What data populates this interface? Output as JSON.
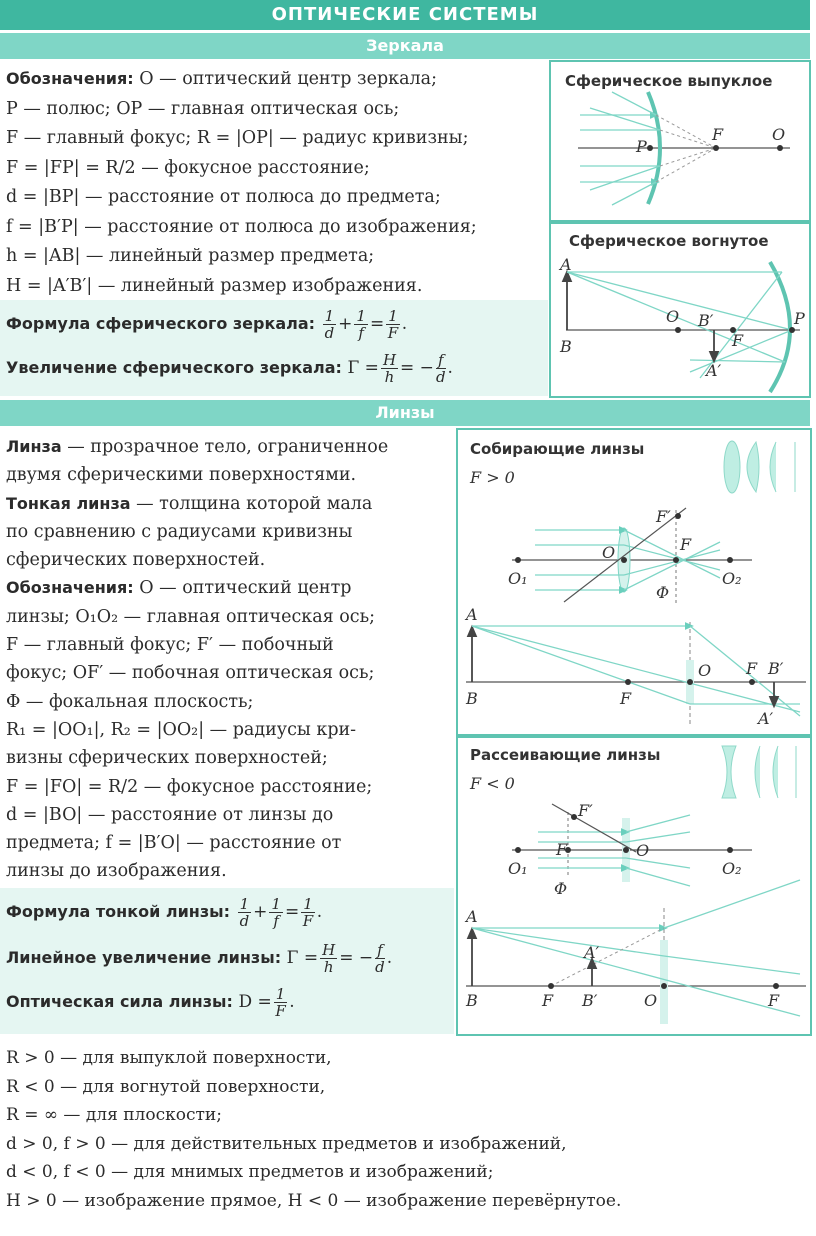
{
  "title": "ОПТИЧЕСКИЕ СИСТЕМЫ",
  "mirrors": {
    "header": "Зеркала",
    "definitions": [
      {
        "term": "Обозначения:",
        "text": " O — оптический центр зеркала;"
      },
      {
        "term": "",
        "text": "P — полюс; OP — главная оптическая ось;"
      },
      {
        "term": "",
        "text": "F — главный фокус; R = |OP| — радиус кривизны;"
      },
      {
        "term": "",
        "text": "F = |FP| = R/2 — фокусное расстояние;"
      },
      {
        "term": "",
        "text": "d = |BP| — расстояние от полюса до предмета;"
      },
      {
        "term": "",
        "text": "f = |B′P| — расстояние от полюса до изображения;"
      },
      {
        "term": "",
        "text": "h = |AB| — линейный размер предмета;"
      },
      {
        "term": "",
        "text": "H = |A′B′| — линейный размер изображения."
      }
    ],
    "formula_label": "Формула сферического зеркала:",
    "magnification_label": "Увеличение сферического зеркала:",
    "convex_title": "Сферическое выпуклое",
    "concave_title": "Сферическое вогнутое"
  },
  "lenses": {
    "header": "Линзы",
    "definitions": [
      {
        "term": "Линза",
        "text": " — прозрачное тело, ограниченное"
      },
      {
        "term": "",
        "text": "двумя сферическими поверхностями."
      },
      {
        "term": "Тонкая линза",
        "text": " — толщина которой мала"
      },
      {
        "term": "",
        "text": "по сравнению с радиусами кривизны"
      },
      {
        "term": "",
        "text": "сферических поверхностей."
      },
      {
        "term": "Обозначения:",
        "text": " O — оптический центр"
      },
      {
        "term": "",
        "text": "линзы; O₁O₂ — главная оптическая ось;"
      },
      {
        "term": "",
        "text": "F — главный фокус; F′ — побочный"
      },
      {
        "term": "",
        "text": "фокус; OF′ — побочная оптическая ось;"
      },
      {
        "term": "",
        "text": "Φ — фокальная плоскость;"
      },
      {
        "term": "",
        "text": "R₁ = |OO₁|, R₂ = |OO₂| — радиусы кри-"
      },
      {
        "term": "",
        "text": "визны сферических поверхностей;"
      },
      {
        "term": "",
        "text": "F = |FO| = R/2 — фокусное расстояние;"
      },
      {
        "term": "",
        "text": "d = |BO| — расстояние от линзы до"
      },
      {
        "term": "",
        "text": "предмета; f = |B′O| — расстояние от"
      },
      {
        "term": "",
        "text": "линзы до изображения."
      }
    ],
    "thin_formula_label": "Формула тонкой линзы:",
    "linear_mag_label": "Линейное увеличение линзы:",
    "power_label": "Оптическая сила линзы:",
    "converging_title": "Собирающие линзы",
    "converging_cond": "F > 0",
    "diverging_title": "Рассеивающие линзы",
    "diverging_cond": "F < 0"
  },
  "notes": [
    "R > 0 — для выпуклой поверхности,",
    "R < 0 —  для вогнутой поверхности,",
    "R = ∞ —  для плоскости;",
    "d > 0, f > 0 — для действительных предметов и изображений,",
    "d < 0, f < 0 — для мнимых предметов и изображений;",
    "H > 0 — изображение прямое, H < 0 — изображение перевёрнутое."
  ],
  "colors": {
    "accent": "#3fb7a0",
    "light": "#7fd6c6",
    "shade": "#e5f6f2"
  }
}
